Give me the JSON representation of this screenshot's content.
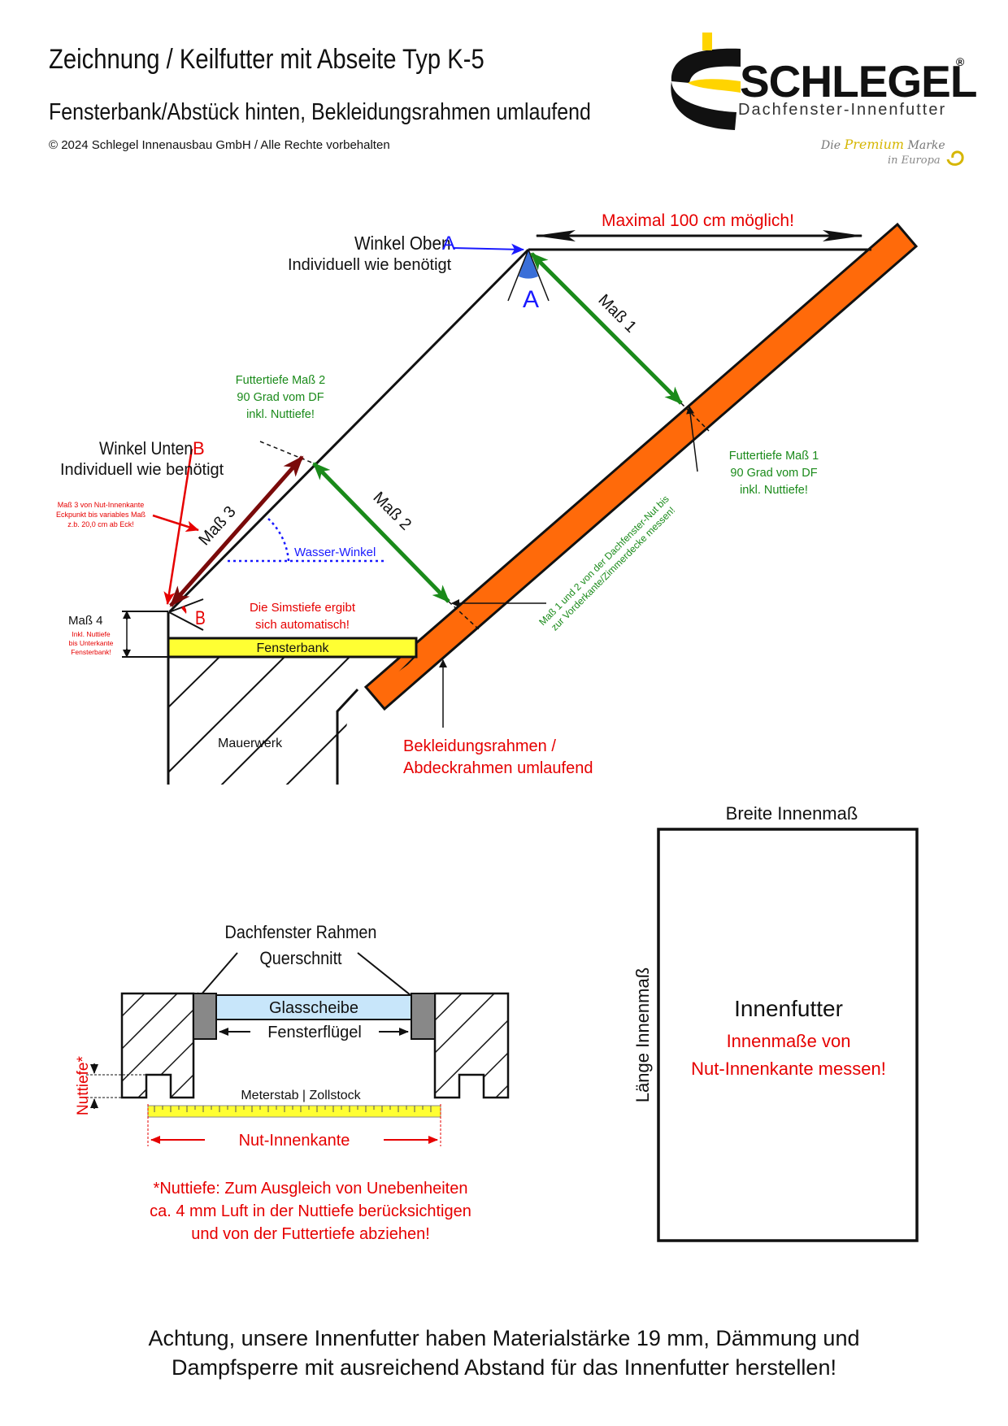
{
  "header": {
    "title": "Zeichnung / Keilfutter mit Abseite Typ K-5",
    "subtitle": "Fensterbank/Abstück hinten, Bekleidungsrahmen umlaufend",
    "copyright": "© 2024 Schlegel Innenausbau GmbH / Alle Rechte vorbehalten"
  },
  "logo": {
    "brand": "SCHLEGEL",
    "registered": "®",
    "sub": "Dachfenster-Innenfutter",
    "tagline_die": "Die",
    "tagline_premium": "Premium",
    "tagline_marke": "Marke",
    "tagline_europa": "in Europa"
  },
  "section_drawing": {
    "max_width": "Maximal 100 cm möglich!",
    "winkel_oben_label": "Winkel Oben",
    "winkel_oben_letter": "A",
    "winkel_oben_note": "Individuell wie benötigt",
    "angle_a": "A",
    "mass1": "Maß 1",
    "mass2": "Maß 2",
    "mass3": "Maß 3",
    "mass4": "Maß 4",
    "mass4_note": [
      "Inkl. Nuttiefe",
      "bis Unterkante",
      "Fensterbank!"
    ],
    "futtertiefe2": [
      "Futtertiefe Maß 2",
      "90 Grad vom DF",
      "inkl. Nuttiefe!"
    ],
    "futtertiefe1": [
      "Futtertiefe Maß 1",
      "90 Grad vom DF",
      "inkl. Nuttiefe!"
    ],
    "winkel_unten_label": "Winkel Unten",
    "winkel_unten_letter": "B",
    "winkel_unten_note": "Individuell wie benötigt",
    "mass3_note": [
      "Maß 3 von Nut-Innenkante",
      "Eckpunkt bis variables Maß",
      "z.b. 20,0 cm ab Eck!"
    ],
    "wasser_winkel": "Wasser-Winkel",
    "angle_b": "B",
    "simstiefe": [
      "Die Simstiefe ergibt",
      "sich automatisch!"
    ],
    "fensterbank": "Fensterbank",
    "mauerwerk": "Mauerwerk",
    "measure_note": [
      "Maß 1 und 2 von der Dachfenster-Nut bis",
      "zur Vorderkante/Zimmerdecke messen!"
    ],
    "bekleidung": [
      "Bekleidungsrahmen /",
      "Abdeckrahmen umlaufend"
    ]
  },
  "section_cross": {
    "title_line1": "Dachfenster Rahmen",
    "title_line2": "Querschnitt",
    "glass": "Glasscheibe",
    "fluegel": "Fensterflügel",
    "nuttiefe": "Nuttiefe*",
    "meterstab": "Meterstab | Zollstock",
    "nut_innenkante": "Nut-Innenkante",
    "note": [
      "*Nuttiefe: Zum Ausgleich von Unebenheiten",
      "ca. 4 mm Luft in der Nuttiefe berücksichtigen",
      "und von der Futtertiefe abziehen!"
    ]
  },
  "section_box": {
    "breite": "Breite Innenmaß",
    "laenge": "Länge Innenmaß",
    "title": "Innenfutter",
    "note1": "Innenmaße von",
    "note2": "Nut-Innenkante messen!"
  },
  "footer": {
    "line1": "Achtung, unsere Innenfutter haben Materialstärke 19 mm, Dämmung und",
    "line2": "Dampfsperre mit ausreichend Abstand für das Innenfutter herstellen!"
  },
  "colors": {
    "orange": "#ff6a0a",
    "yellow": "#ffff33",
    "green": "#1a8a1a",
    "red": "#e60000",
    "darkred": "#7a0a0a",
    "blue": "#1a1aff",
    "glass": "#c8e6fa",
    "logo_yellow": "#ffd400"
  }
}
